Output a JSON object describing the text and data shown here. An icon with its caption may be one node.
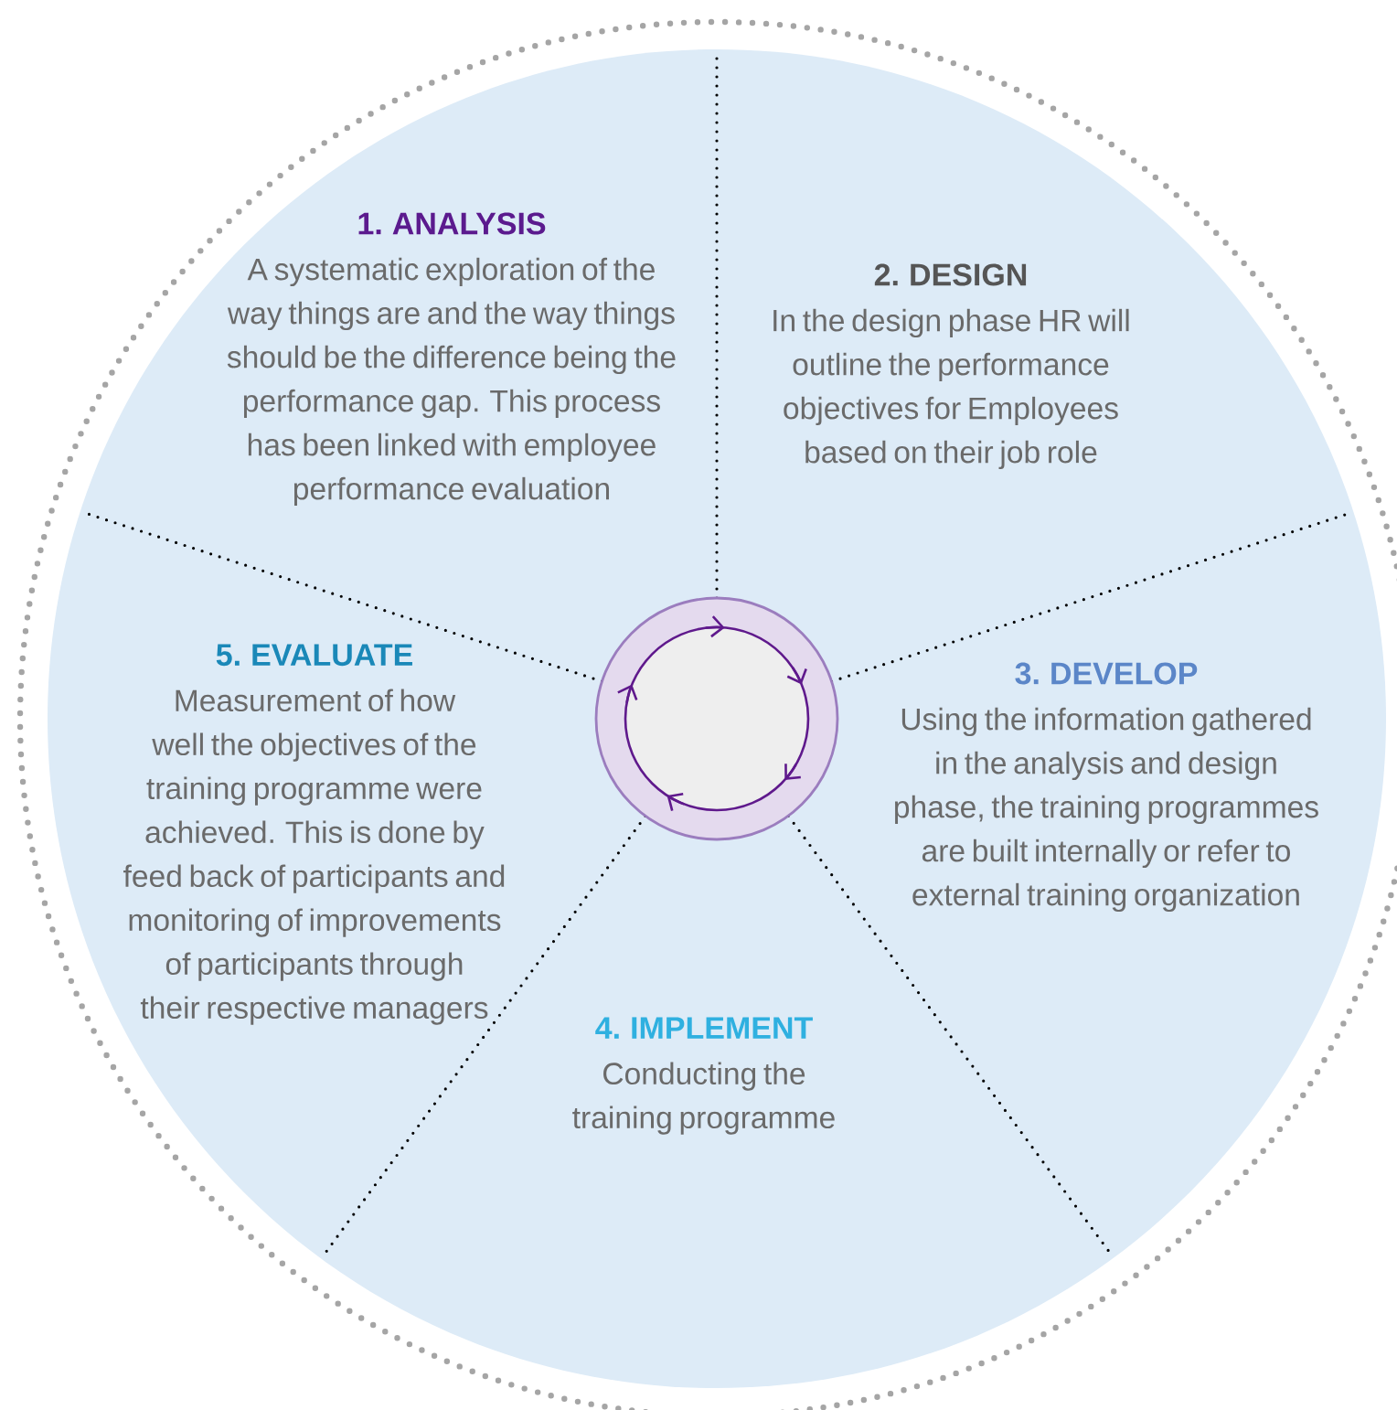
{
  "diagram": {
    "nodes": [
      {
        "text": [
          "1. ANALYSIS",
          "A systematic exploration of the way things are and the way things should be the difference being the performance gap. This process has been linked with employee performance evaluation"
        ]
      },
      {
        "text": [
          "2. DESIGN",
          "In the design phase HR will outline the performance objectives for Employees based on their job role"
        ]
      },
      {
        "text": [
          "3. DEVELOP",
          "Using the information gathered in the analysis and design phase, the training programmes  are built internally or refer to external training organization"
        ]
      },
      {
        "text": [
          "4. IMPLEMENT",
          "Conducting the training programme"
        ]
      },
      {
        "text": [
          "5. EVALUATE",
          "Measurement of how well the objectives of the training programme were achieved. This is done by feed back of participants and monitoring of improvements of participants through their respective managers"
        ]
      }
    ],
    "edges": []
  }
}
